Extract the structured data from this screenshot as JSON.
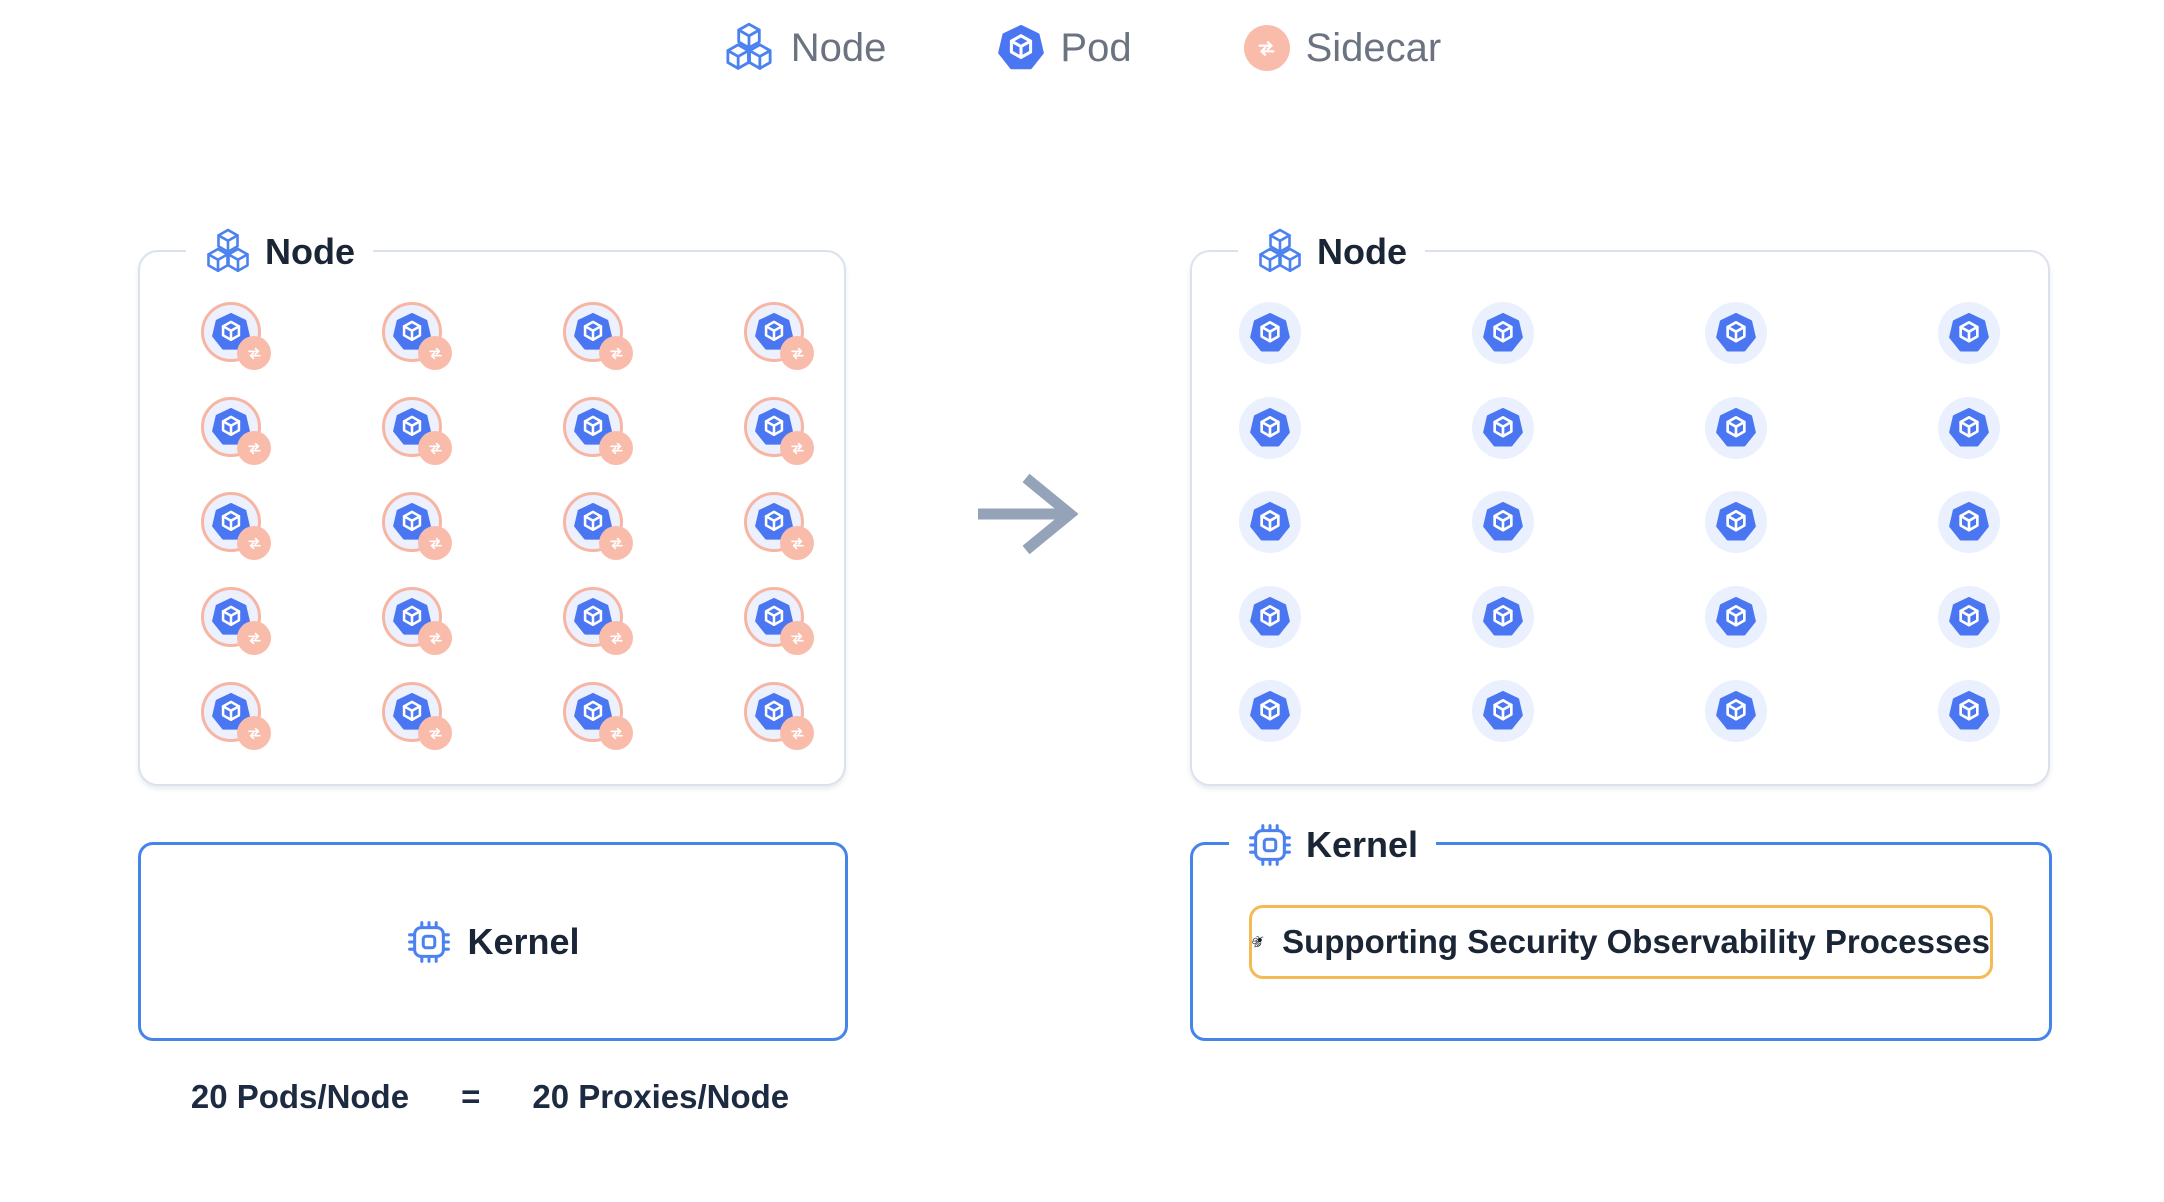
{
  "legend": {
    "items": [
      {
        "label": "Node",
        "icon": "node-cubes-icon"
      },
      {
        "label": "Pod",
        "icon": "pod-icon"
      },
      {
        "label": "Sidecar",
        "icon": "sidecar-swap-icon"
      }
    ]
  },
  "left_group": {
    "node_box": {
      "label": "Node",
      "pods": {
        "count": 20,
        "rows": 5,
        "cols": 4,
        "has_sidecar": true
      }
    },
    "kernel_box": {
      "label": "Kernel"
    },
    "formula": {
      "lhs": "20 Pods/Node",
      "eq": "=",
      "rhs": "20 Proxies/Node"
    }
  },
  "right_group": {
    "node_box": {
      "label": "Node",
      "pods": {
        "count": 20,
        "rows": 5,
        "cols": 4,
        "has_sidecar": false
      }
    },
    "kernel_box": {
      "label": "Kernel",
      "process": {
        "label": "Supporting Security Observability Processes",
        "icon": "bee-icon"
      }
    }
  },
  "colors": {
    "pod_blue": "#4a76f2",
    "node_icon_blue": "#4b82f0",
    "sidecar_salmon": "#f9bcab",
    "sidecar_ring": "#f7b5a3",
    "pod_circle_bg": "#edf1fd",
    "node_border_gray": "#dbe2ee",
    "kernel_border_blue": "#4585ea",
    "process_border_amber": "#f3ba55",
    "arrow_gray": "#94a3b8",
    "text_dark": "#1a2536",
    "text_gray": "#6b7280"
  }
}
